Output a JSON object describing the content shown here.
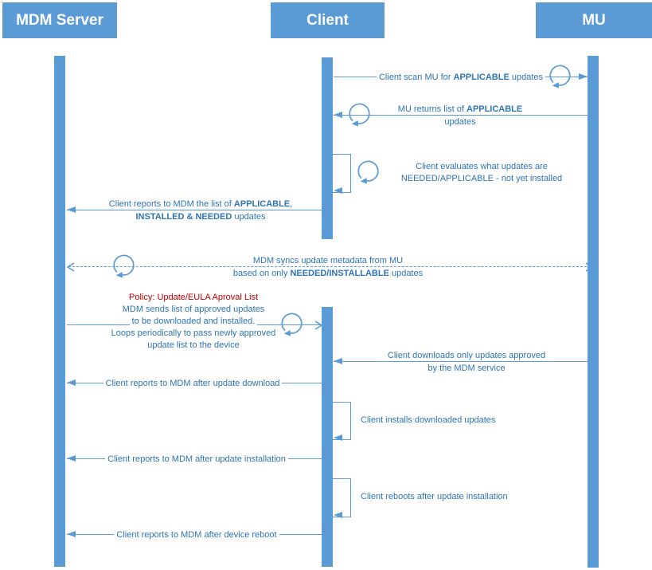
{
  "diagram": {
    "actors": [
      {
        "id": "mdm-server",
        "label": "MDM Server"
      },
      {
        "id": "client",
        "label": "Client"
      },
      {
        "id": "mu",
        "label": "MU"
      }
    ],
    "colors": {
      "bar": "#5B9BD5",
      "line": "#5B9BD5",
      "text": "#2E75B6",
      "policy": "#C00000",
      "background": "#FFFFFF"
    },
    "messages": [
      {
        "id": "scan",
        "from": "Client",
        "to": "MU",
        "arrow": "solid-filled",
        "loop_icon": true,
        "text": "Client scan MU for **APPLICABLE** updates"
      },
      {
        "id": "return-applicable",
        "from": "MU",
        "to": "Client",
        "arrow": "solid-filled",
        "loop_icon": true,
        "lines": [
          "MU returns list of **APPLICABLE**",
          "updates"
        ]
      },
      {
        "id": "evaluate",
        "from": "Client",
        "to": "Client",
        "arrow": "self",
        "loop_icon": true,
        "lines": [
          "Client evaluates what updates are",
          "NEEDED/APPLICABLE - not yet installed"
        ]
      },
      {
        "id": "report-list",
        "from": "Client",
        "to": "MDM Server",
        "arrow": "solid-filled",
        "loop_icon": false,
        "lines": [
          "Client reports to MDM the list of **APPLICABLE**,",
          "**INSTALLED & NEEDED** updates"
        ]
      },
      {
        "id": "sync-metadata",
        "from": "MDM Server",
        "to": "MU",
        "arrow": "dashed-open-both-ends",
        "loop_icon": true,
        "lines": [
          "MDM syncs update metadata from MU",
          "based on only **NEEDED/INSTALLABLE** updates"
        ]
      },
      {
        "id": "approved-list",
        "from": "MDM Server",
        "to": "Client",
        "arrow": "solid-open",
        "loop_icon": true,
        "policy_title": "Policy: Update/EULA Aproval List",
        "lines": [
          "MDM sends list of approved updates",
          "to be downloaded and installed.",
          "Loops periodically to pass newly approved",
          "update list to the device"
        ]
      },
      {
        "id": "download",
        "from": "MU",
        "to": "Client",
        "arrow": "solid-filled",
        "loop_icon": false,
        "lines": [
          "Client downloads only updates approved",
          "by the MDM service"
        ]
      },
      {
        "id": "report-download",
        "from": "Client",
        "to": "MDM Server",
        "arrow": "solid-filled",
        "loop_icon": false,
        "text": "Client reports to MDM after update download"
      },
      {
        "id": "install",
        "from": "Client",
        "to": "Client",
        "arrow": "self",
        "loop_icon": false,
        "text": "Client installs downloaded updates"
      },
      {
        "id": "report-install",
        "from": "Client",
        "to": "MDM Server",
        "arrow": "solid-filled",
        "loop_icon": false,
        "text": "Client reports to MDM after update installation"
      },
      {
        "id": "reboot",
        "from": "Client",
        "to": "Client",
        "arrow": "self",
        "loop_icon": false,
        "text": "Client reboots after update installation"
      },
      {
        "id": "report-reboot",
        "from": "Client",
        "to": "MDM Server",
        "arrow": "solid-filled",
        "loop_icon": false,
        "text": "Client reports to MDM after device reboot"
      }
    ]
  }
}
